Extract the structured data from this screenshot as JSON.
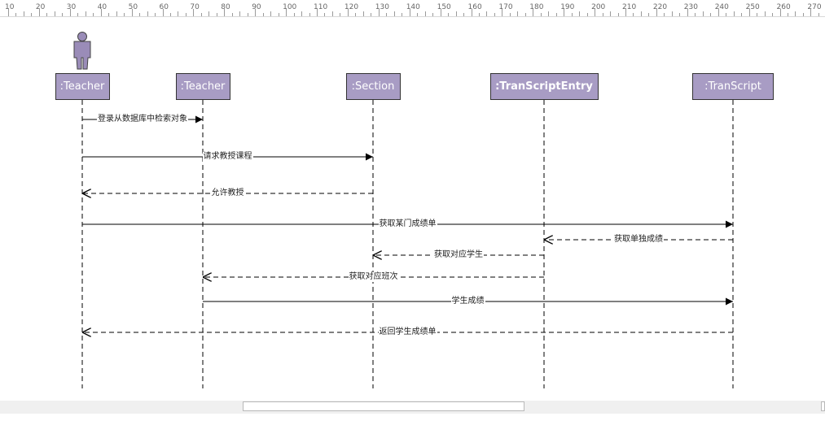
{
  "ruler": {
    "labels": [
      "10",
      "20",
      "30",
      "40",
      "50",
      "60",
      "70",
      "80",
      "90",
      "100",
      "110",
      "120",
      "130",
      "140",
      "150",
      "160",
      "170",
      "180",
      "190",
      "200",
      "210",
      "220",
      "230",
      "240",
      "250",
      "260",
      "270"
    ]
  },
  "diagram": {
    "colors": {
      "object_fill": "#a89cc4",
      "actor_fill": "#9a8cb8",
      "line": "#000000"
    },
    "actor_icon": "person-icon",
    "objects": [
      {
        "id": "teacher1",
        "label": ":Teacher",
        "bold": false
      },
      {
        "id": "teacher2",
        "label": ":Teacher",
        "bold": false
      },
      {
        "id": "section",
        "label": ":Section",
        "bold": false
      },
      {
        "id": "transcriptentry",
        "label": ":TranScriptEntry",
        "bold": true
      },
      {
        "id": "transcript",
        "label": ":TranScript",
        "bold": false
      }
    ],
    "messages": [
      {
        "from": "teacher1",
        "to": "teacher2",
        "label": "登录从数据库中检索对象",
        "type": "sync"
      },
      {
        "from": "teacher1",
        "to": "section",
        "label": "请求教授课程",
        "type": "sync"
      },
      {
        "from": "section",
        "to": "teacher1",
        "label": "允许教授",
        "type": "return"
      },
      {
        "from": "teacher1",
        "to": "transcript",
        "label": "获取某门成绩单",
        "type": "sync"
      },
      {
        "from": "transcript",
        "to": "transcriptentry",
        "label": "获取单独成绩",
        "type": "return"
      },
      {
        "from": "transcriptentry",
        "to": "section",
        "label": "获取对应学生",
        "type": "return"
      },
      {
        "from": "transcriptentry",
        "to": "teacher2",
        "label": "获取对应班次",
        "type": "return"
      },
      {
        "from": "teacher2",
        "to": "transcript",
        "label": "学生成绩",
        "type": "sync"
      },
      {
        "from": "transcript",
        "to": "teacher1",
        "label": "返回学生成绩单",
        "type": "return"
      }
    ]
  }
}
